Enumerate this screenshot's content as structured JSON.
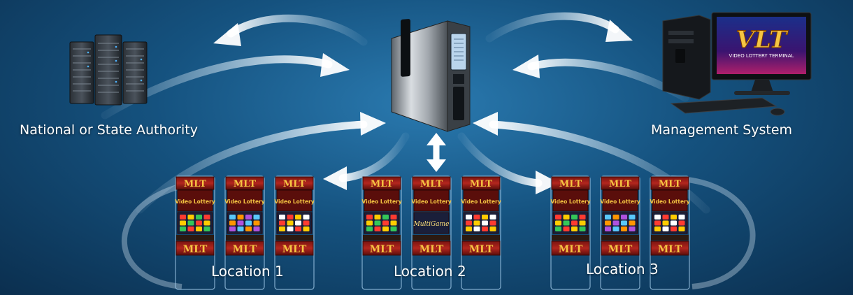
{
  "labels": {
    "authority": "National or State Authority",
    "management": "Management System",
    "location1": "Location 1",
    "location2": "Location 2",
    "location3": "Location 3"
  },
  "monitor_logo": {
    "title": "VLT",
    "subtitle": "VIDEO LOTTERY TERMINAL"
  },
  "terminal": {
    "brand": "MLT",
    "screen_text": "Video Lottery",
    "game_title": "MultiGame"
  },
  "colors": {
    "background": "#15527f",
    "arrow": "#dfeef8",
    "text": "#ffffff",
    "cabinet_red": "#b3261e",
    "cabinet_gold": "#f5c542"
  }
}
